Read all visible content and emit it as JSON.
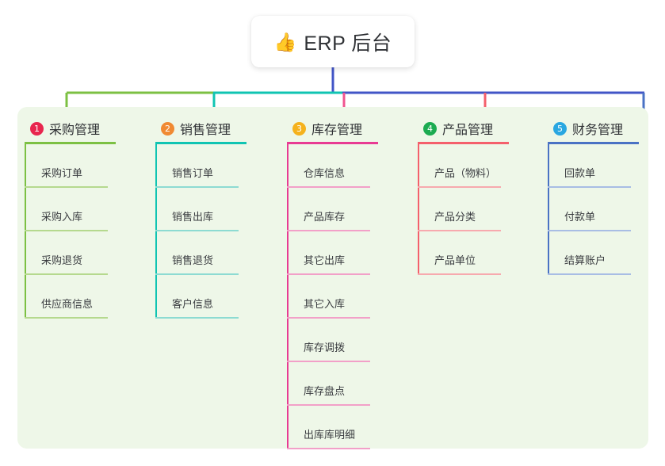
{
  "title": {
    "emoji": "👍",
    "emoji_name": "thumbs-up-icon",
    "text": "ERP 后台"
  },
  "theme": {
    "panel_background": "#eef7e8",
    "page_background": "#ffffff",
    "card_background": "#ffffff",
    "text_color": "#2f3135"
  },
  "connectors": {
    "stem_color": "#4255c7",
    "bar_segment_1_color": "#7cc043",
    "bar_segment_2_color": "#10c4b2",
    "bar_segment_3_color": "#4255c7"
  },
  "columns": [
    {
      "number": "1",
      "title": "采购管理",
      "badge_color": "#e8264e",
      "line_color": "#7cc043",
      "tint_color": "#b5d98e",
      "drop_color": "#7cc043",
      "items": [
        "采购订单",
        "采购入库",
        "采购退货",
        "供应商信息"
      ]
    },
    {
      "number": "2",
      "title": "销售管理",
      "badge_color": "#f08a33",
      "line_color": "#10c4b2",
      "tint_color": "#8ddbd2",
      "drop_color": "#10c4b2",
      "items": [
        "销售订单",
        "销售出库",
        "销售退货",
        "客户信息"
      ]
    },
    {
      "number": "3",
      "title": "库存管理",
      "badge_color": "#f5b21d",
      "line_color": "#e83b93",
      "tint_color": "#f2a0c8",
      "drop_color": "#f0548f",
      "items": [
        "仓库信息",
        "产品库存",
        "其它出库",
        "其它入库",
        "库存调拨",
        "库存盘点",
        "出库库明细"
      ]
    },
    {
      "number": "4",
      "title": "产品管理",
      "badge_color": "#1cab51",
      "line_color": "#f4606c",
      "tint_color": "#f7a9ae",
      "drop_color": "#f4606c",
      "items": [
        "产品（物料）",
        "产品分类",
        "产品单位"
      ]
    },
    {
      "number": "5",
      "title": "财务管理",
      "badge_color": "#29a7e1",
      "line_color": "#4a72c4",
      "tint_color": "#a8bde4",
      "drop_color": "#4a72c4",
      "items": [
        "回款单",
        "付款单",
        "结算账户"
      ]
    }
  ]
}
